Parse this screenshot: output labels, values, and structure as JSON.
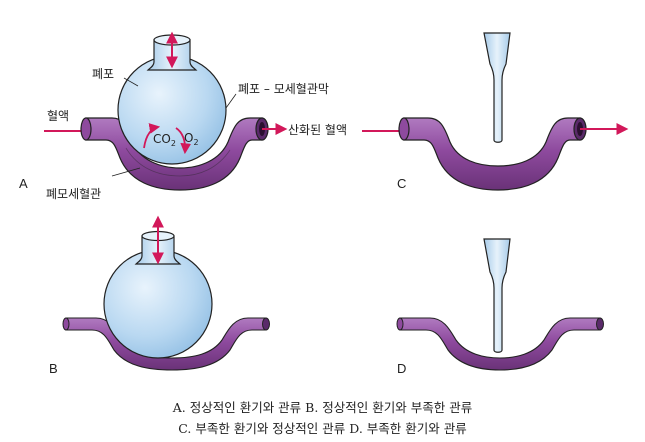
{
  "panels": {
    "A": {
      "letter": "A",
      "label_alveolus": "폐포",
      "label_membrane": "폐포 – 모세혈관막",
      "label_blood_in": "혈액",
      "label_blood_out": "산화된 혈액",
      "label_capillary": "폐모세혈관",
      "gas_co2": "CO",
      "gas_co2_sub": "2",
      "gas_o2": "O",
      "gas_o2_sub": "2"
    },
    "B": {
      "letter": "B"
    },
    "C": {
      "letter": "C"
    },
    "D": {
      "letter": "D"
    }
  },
  "caption": {
    "line1": "A. 정상적인 환기와 관류   B. 정상적인 환기와 부족한 관류",
    "line2": "C. 부족한 환기와 정상적인 관류   D. 부족한 환기와 관류"
  },
  "colors": {
    "vessel_purple": "#8e4a9e",
    "vessel_dark": "#5a2a6a",
    "alveolus_blue": "#b8d8f2",
    "airway_blue": "#cfe4f6",
    "arrow_red": "#d2185a",
    "outline": "#222222"
  }
}
